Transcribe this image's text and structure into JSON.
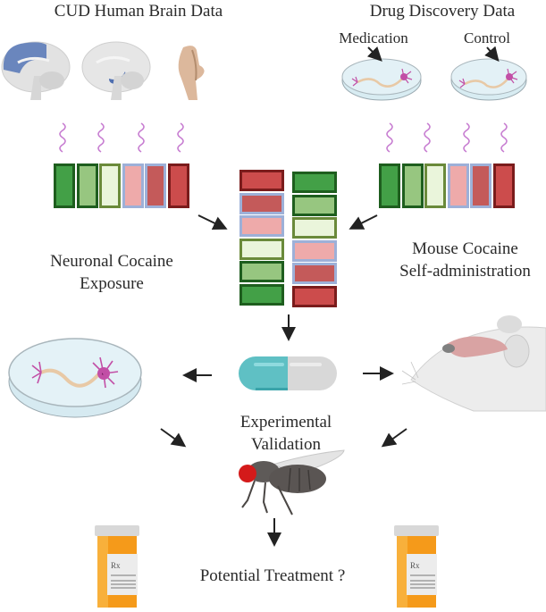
{
  "titles": {
    "cud_brain": "CUD Human Brain Data",
    "drug_discovery": "Drug Discovery Data",
    "medication": "Medication",
    "control": "Control",
    "neuronal_line1": "Neuronal Cocaine",
    "neuronal_line2": "Exposure",
    "mouse_line1": "Mouse Cocaine",
    "mouse_line2": "Self-administration",
    "validation_line1": "Experimental",
    "validation_line2": "Validation",
    "treatment": "Potential Treatment ?",
    "rx": "Rx"
  },
  "colors": {
    "dark_green": "#43a047",
    "mid_green": "#97c680",
    "light_green": "#eaf5db",
    "light_red": "#eeaaaa",
    "mid_red": "#c45a5a",
    "dark_red": "#cc4c4c",
    "green_border": "#1e5e1e",
    "olive_border": "#6a8a3a",
    "blue_border": "#9db0d8",
    "red_border": "#7a1c1c",
    "brain_region": "#5b7bb5",
    "neuron": "#b3479a",
    "wave": "#c77dd1",
    "pill_teal": "#5fc0c4",
    "pill_gray": "#d8d8d8",
    "bottle_orange": "#f59a1a",
    "fly_eye": "#d41a1a"
  },
  "signature": {
    "horizontal": [
      "dark_green",
      "mid_green",
      "light_green",
      "light_red",
      "mid_red",
      "dark_red"
    ],
    "left_column": [
      "dark_red",
      "mid_red",
      "light_red",
      "light_green",
      "mid_green",
      "dark_green"
    ],
    "right_column": [
      "dark_green",
      "mid_green",
      "light_green",
      "light_red",
      "mid_red",
      "dark_red"
    ]
  },
  "icons": [
    "brain-cortex-icon",
    "brain-limbic-icon",
    "brainstem-icon",
    "petri-dish-neuron-icon",
    "pill-capsule-icon",
    "mouse-brain-icon",
    "fruit-fly-icon",
    "prescription-bottle-icon",
    "arrow-icon"
  ]
}
